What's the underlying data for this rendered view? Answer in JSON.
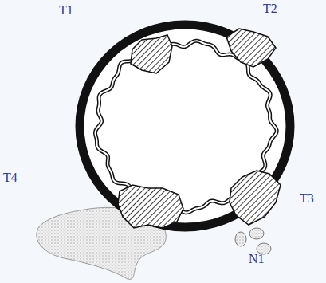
{
  "diagram": {
    "labels": [
      "T1",
      "T2",
      "T4",
      "T3",
      "N1"
    ]
  }
}
